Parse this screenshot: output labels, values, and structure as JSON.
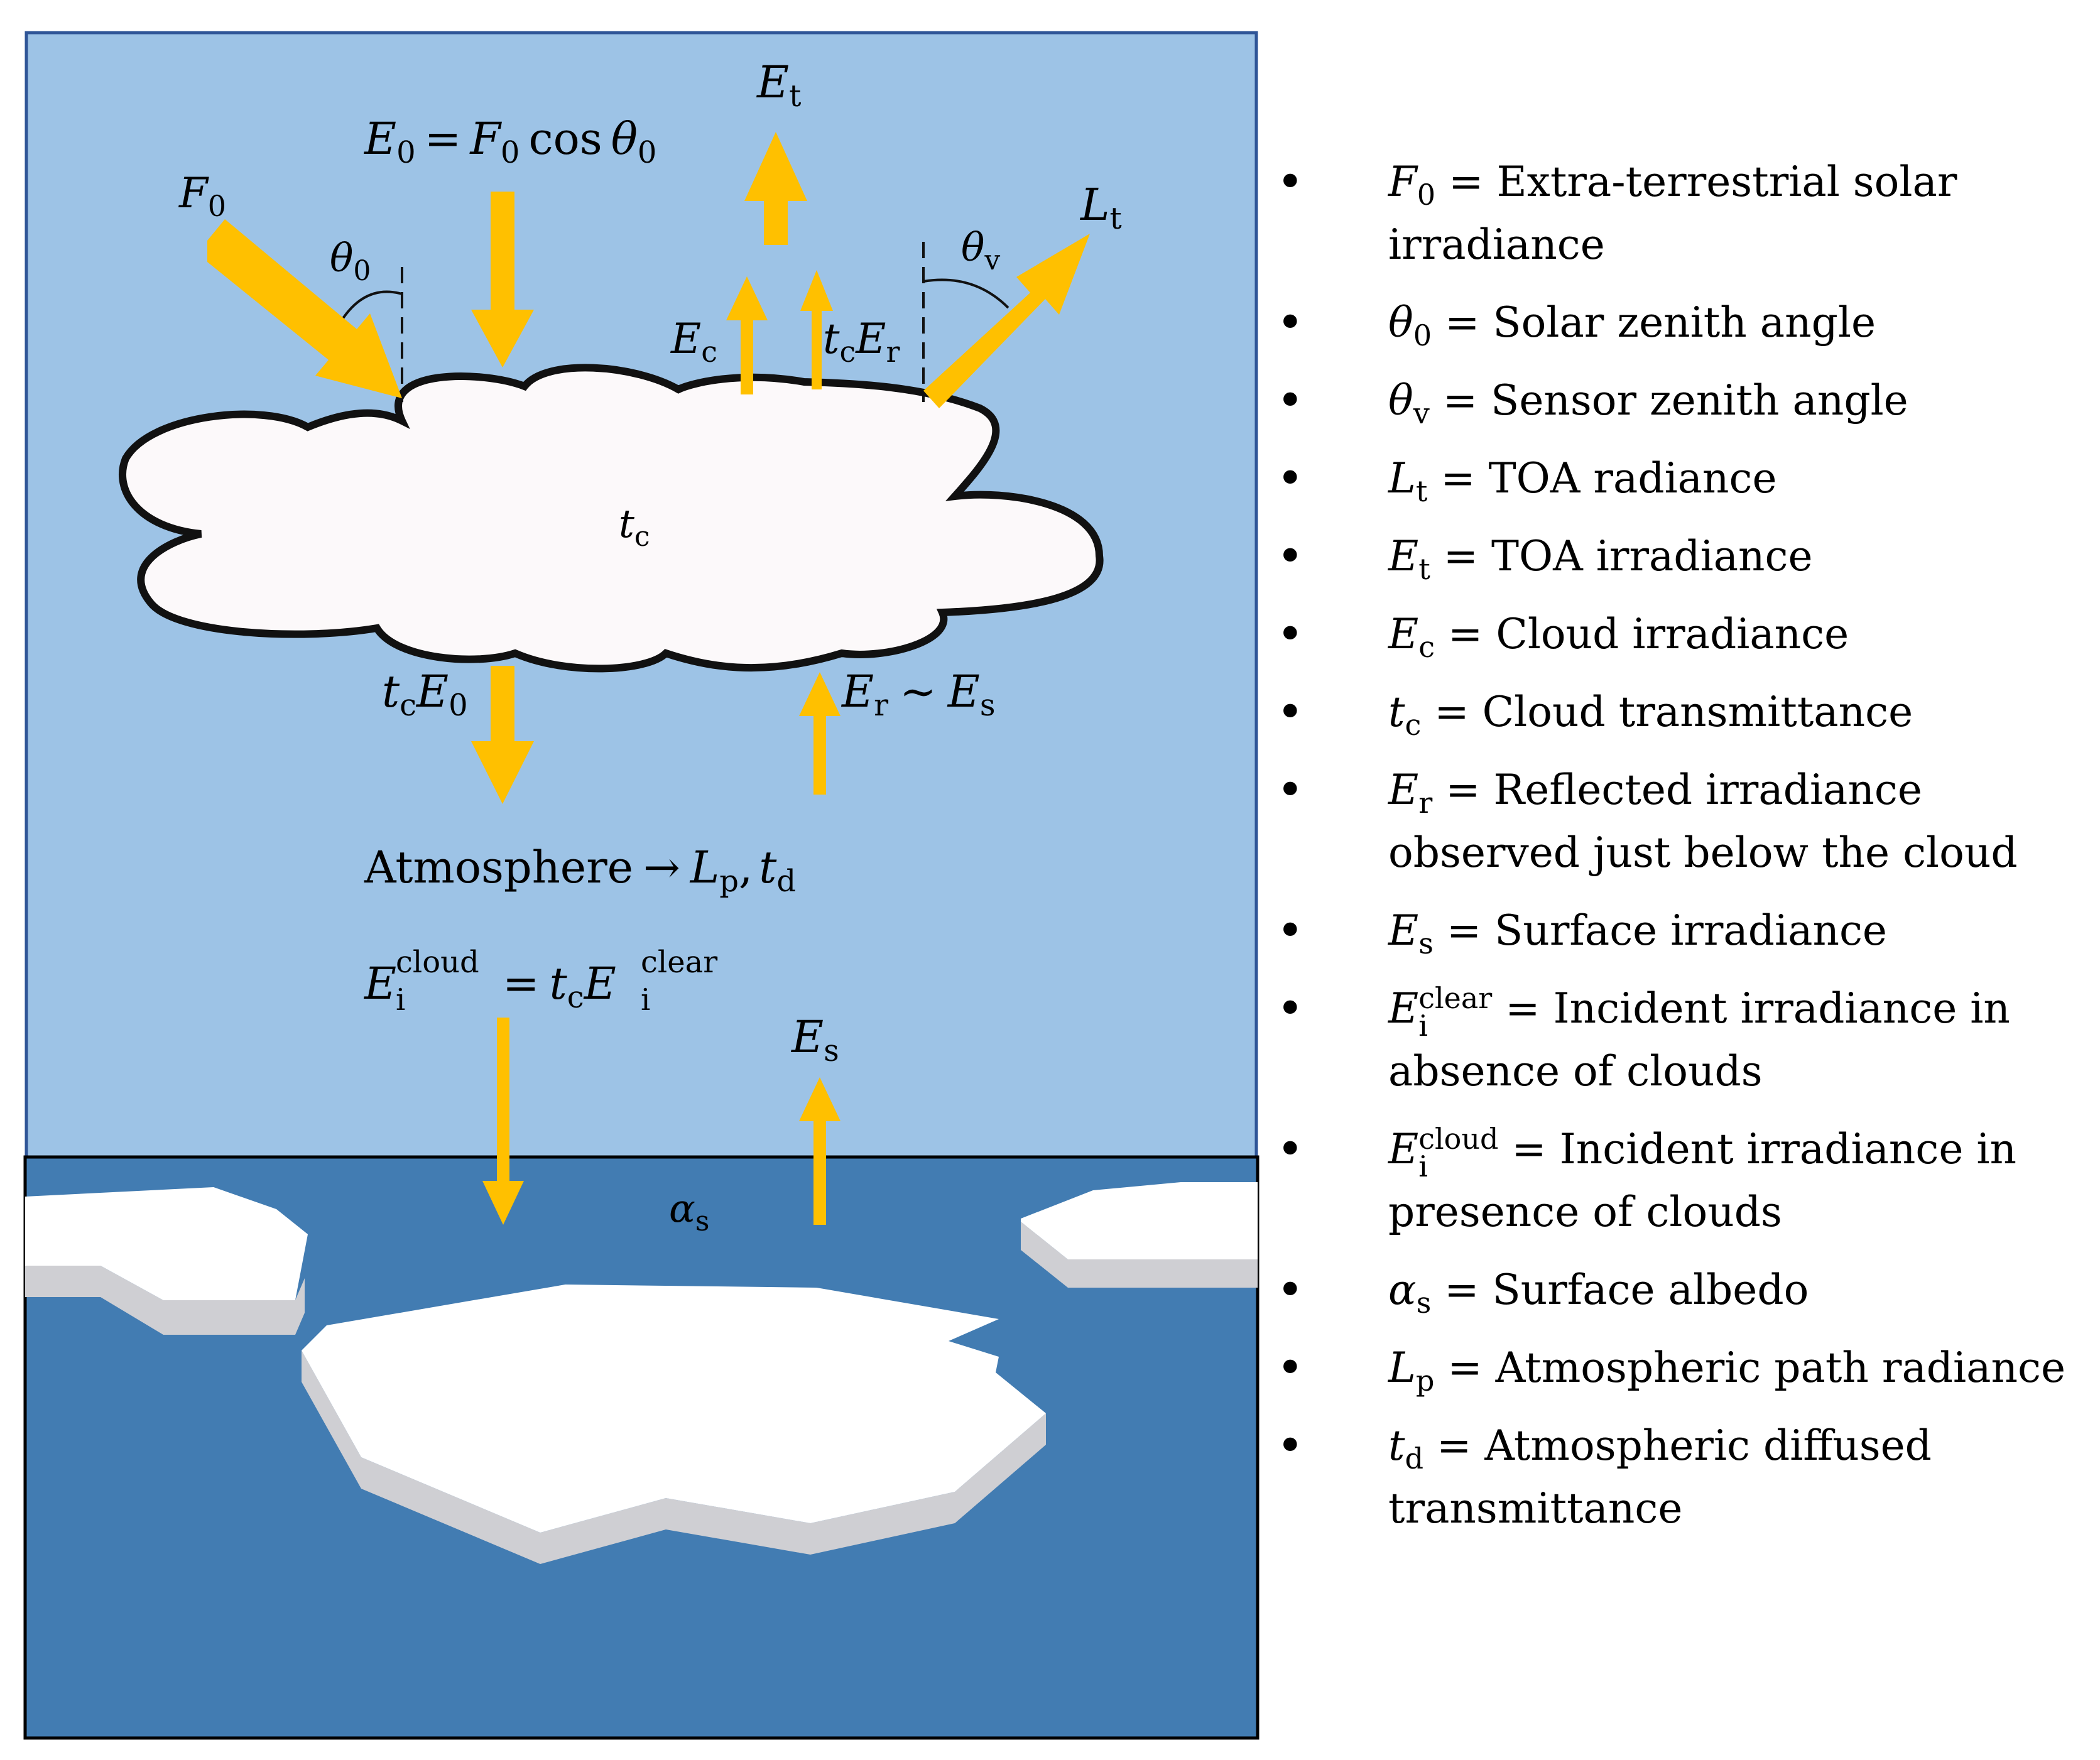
{
  "colors": {
    "sky": "#9dc3e6",
    "sky_border": "#2f5597",
    "sea": "#427cb2",
    "arrow": "#ffc000",
    "cloud_fill": "#fcf9fa",
    "ice_top": "#ffffff",
    "ice_side": "#cfcfd3"
  },
  "icons": {
    "cloud": "cloud-icon",
    "ice_floe": "ice-floe-icon",
    "arrow": "arrow-icon"
  },
  "labels": {
    "F0_sym": "F",
    "F0_sub": "0",
    "theta0_sym": "θ",
    "theta0_sub": "0",
    "E0_eq_a": "E",
    "E0_eq_a_sub": "0",
    "E0_eq_eq": "=",
    "E0_eq_b": "F",
    "E0_eq_b_sub": "0",
    "E0_eq_cos": "cos",
    "E0_eq_theta": "θ",
    "E0_eq_theta_sub": "0",
    "Et_sym": "E",
    "Et_sub": "t",
    "Lt_sym": "L",
    "Lt_sub": "t",
    "thetav_sym": "θ",
    "thetav_sub": "v",
    "Ec_sym": "E",
    "Ec_sub": "c",
    "tcEr_t": "t",
    "tcEr_t_sub": "c",
    "tcEr_E": "E",
    "tcEr_E_sub": "r",
    "tc_sym": "t",
    "tc_sub": "c",
    "tcE0_t": "t",
    "tcE0_t_sub": "c",
    "tcE0_E": "E",
    "tcE0_E_sub": "0",
    "ErEs_a": "E",
    "ErEs_a_sub": "r",
    "ErEs_sim": "∼",
    "ErEs_b": "E",
    "ErEs_b_sub": "s",
    "atm_word": "Atmosphere",
    "atm_arrow": "→",
    "atm_L": "L",
    "atm_L_sub": "p",
    "atm_comma": ",",
    "atm_t": "t",
    "atm_t_sub": "d",
    "Ecloud_E": "E",
    "Ecloud_sub": "i",
    "Ecloud_sup": "cloud",
    "Ecloud_eq": "=",
    "Ecloud_t": "t",
    "Ecloud_t_sub": "c",
    "Ecloud_E2": "E",
    "Ecloud_sub2": "i",
    "Ecloud_sup2": "clear",
    "Es_sym": "E",
    "Es_sub": "s",
    "alpha_sym": "α",
    "alpha_sub": "s"
  },
  "legend": [
    {
      "sym": "F",
      "sub": "0",
      "sup": "",
      "text": " = Extra-terrestrial solar irradiance"
    },
    {
      "sym": "θ",
      "sub": "0",
      "sup": "",
      "text": " = Solar zenith angle"
    },
    {
      "sym": "θ",
      "sub": "v",
      "sup": "",
      "text": " = Sensor zenith angle"
    },
    {
      "sym": "L",
      "sub": "t",
      "sup": "",
      "text": " = TOA radiance"
    },
    {
      "sym": "E",
      "sub": "t",
      "sup": "",
      "text": " = TOA irradiance"
    },
    {
      "sym": "E",
      "sub": "c",
      "sup": "",
      "text": " = Cloud irradiance"
    },
    {
      "sym": "t",
      "sub": "c",
      "sup": "",
      "text": " = Cloud transmittance"
    },
    {
      "sym": "E",
      "sub": "r",
      "sup": "",
      "text": " = Reflected irradiance observed just below the cloud"
    },
    {
      "sym": "E",
      "sub": "s",
      "sup": "",
      "text": " = Surface irradiance"
    },
    {
      "sym": "E",
      "sub": "i",
      "sup": "clear",
      "text": " = Incident irradiance in absence of clouds"
    },
    {
      "sym": "E",
      "sub": "i",
      "sup": "cloud",
      "text": " = Incident irradiance in presence of clouds"
    },
    {
      "sym": "α",
      "sub": "s",
      "sup": "",
      "text": " = Surface albedo"
    },
    {
      "sym": "L",
      "sub": "p",
      "sup": "",
      "text": " = Atmospheric path radiance"
    },
    {
      "sym": "t",
      "sub": "d",
      "sup": "",
      "text": " = Atmospheric diffused transmittance"
    }
  ]
}
